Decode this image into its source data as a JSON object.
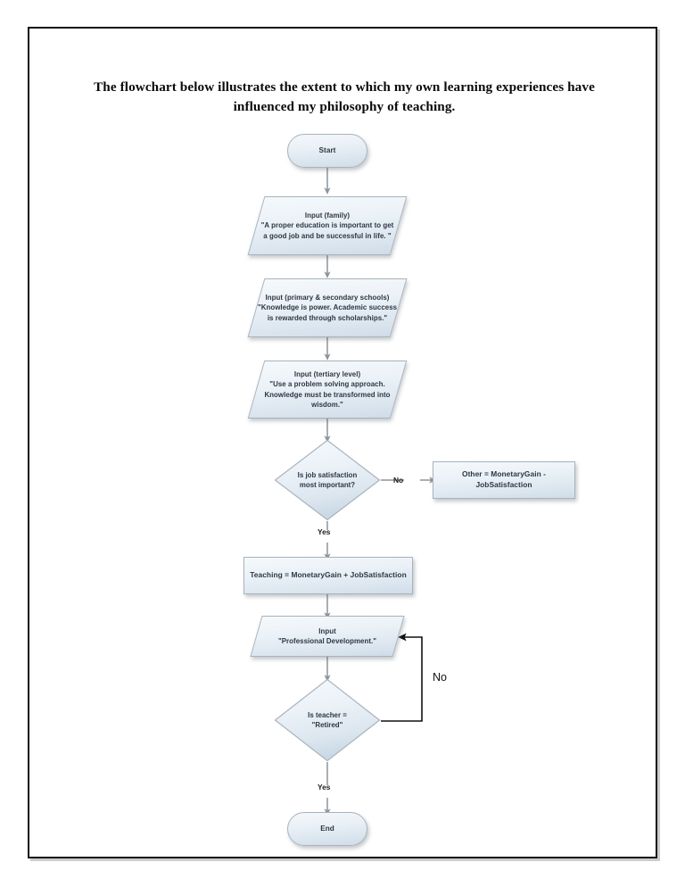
{
  "document": {
    "title": "The flowchart below illustrates the extent to which my own learning experiences have influenced my philosophy of teaching."
  },
  "chart_data": {
    "type": "diagram",
    "diagram_kind": "flowchart",
    "orientation": "top-to-bottom",
    "nodes": [
      {
        "id": "start",
        "shape": "terminator",
        "text": "Start"
      },
      {
        "id": "in1",
        "shape": "parallelogram",
        "line1": "Input (family)",
        "line2": "\"A proper education is important to get",
        "line3": "a good job and be successful in life. \""
      },
      {
        "id": "in2",
        "shape": "parallelogram",
        "line1": "Input (primary & secondary schools)",
        "line2": "\"Knowledge is power. Academic success",
        "line3": "is rewarded through scholarships.\""
      },
      {
        "id": "in3",
        "shape": "parallelogram",
        "line1": "Input (tertiary level)",
        "line2": "\"Use a problem solving approach.",
        "line3": "Knowledge must be transformed into",
        "line4": "wisdom.\""
      },
      {
        "id": "dec1",
        "shape": "diamond",
        "line1": "Is job satisfaction",
        "line2": "most important?"
      },
      {
        "id": "other",
        "shape": "process",
        "text": "Other = MonetaryGain - JobSatisfaction"
      },
      {
        "id": "teaching",
        "shape": "process",
        "text": "Teaching = MonetaryGain + JobSatisfaction"
      },
      {
        "id": "in4",
        "shape": "parallelogram",
        "line1": "Input",
        "line2": "\"Professional Development.\""
      },
      {
        "id": "dec2",
        "shape": "diamond",
        "line1": "Is teacher =",
        "line2": "\"Retired\""
      },
      {
        "id": "end",
        "shape": "terminator",
        "text": "End"
      }
    ],
    "edges": [
      {
        "from": "start",
        "to": "in1",
        "label": ""
      },
      {
        "from": "in1",
        "to": "in2",
        "label": ""
      },
      {
        "from": "in2",
        "to": "in3",
        "label": ""
      },
      {
        "from": "in3",
        "to": "dec1",
        "label": ""
      },
      {
        "from": "dec1",
        "to": "other",
        "label": "No"
      },
      {
        "from": "dec1",
        "to": "teaching",
        "label": "Yes"
      },
      {
        "from": "teaching",
        "to": "in4",
        "label": ""
      },
      {
        "from": "in4",
        "to": "dec2",
        "label": ""
      },
      {
        "from": "dec2",
        "to": "in4",
        "label": "No"
      },
      {
        "from": "dec2",
        "to": "end",
        "label": "Yes"
      }
    ],
    "colors": {
      "node_fill_top": "#f5f9fc",
      "node_fill_bottom": "#cfdce8",
      "node_border": "#a9b3bd",
      "node_text": "#2d3642",
      "connector_gray": "#8d949b",
      "connector_black": "#111111",
      "page_border": "#111111"
    }
  },
  "labels": {
    "dec1_no": "No",
    "dec1_yes": "Yes",
    "dec2_no": "No",
    "dec2_yes": "Yes"
  }
}
